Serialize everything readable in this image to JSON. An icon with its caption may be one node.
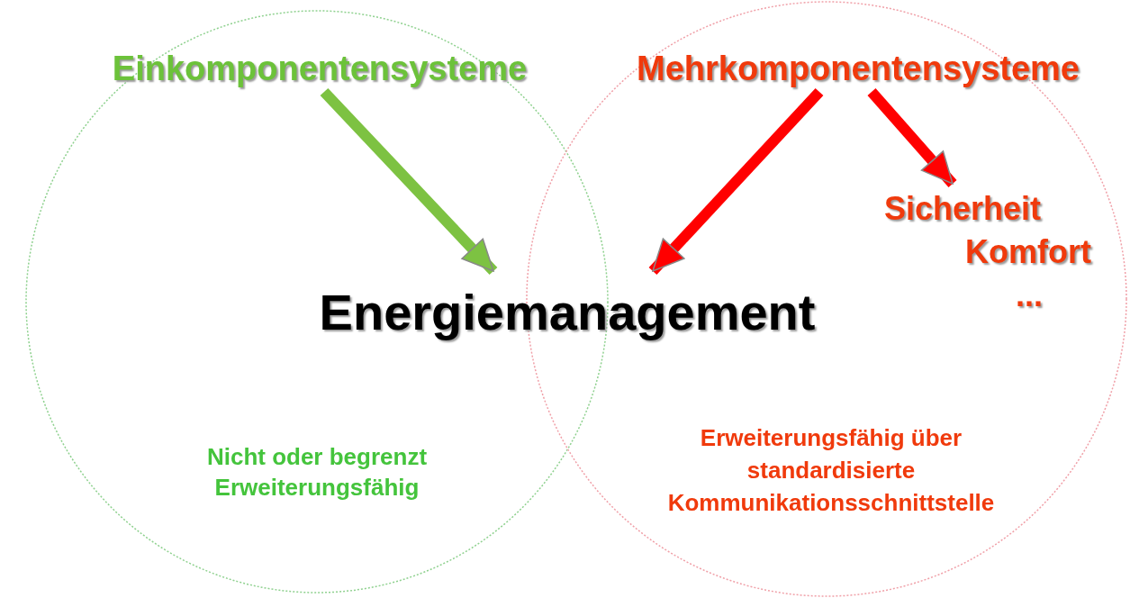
{
  "diagram": {
    "nodes": [
      {
        "text": [
          "Nicht oder begrenzt Erweiterungsfähig"
        ]
      },
      {
        "text": [
          "Erweiterungsfähig über standardisierte Kommunikationsschnittstelle"
        ]
      },
      {
        "text": [
          "Einkomponentensysteme"
        ],
        "in": 0
      },
      {
        "text": [
          "Mehrkomponentensysteme"
        ],
        "in": 1
      },
      {
        "text": [
          "Energiemanagement"
        ]
      },
      {
        "text": [
          "Sicherheit",
          "Komfort",
          "..."
        ],
        "in": 1
      }
    ],
    "edges": [
      {
        "from": 2,
        "to": 4,
        "arrow": "to",
        "color": "#7dc242"
      },
      {
        "from": 3,
        "to": 4,
        "arrow": "to",
        "color": "#ff0000"
      },
      {
        "from": 3,
        "to": 5,
        "arrow": "to",
        "color": "#ff0000"
      }
    ]
  }
}
